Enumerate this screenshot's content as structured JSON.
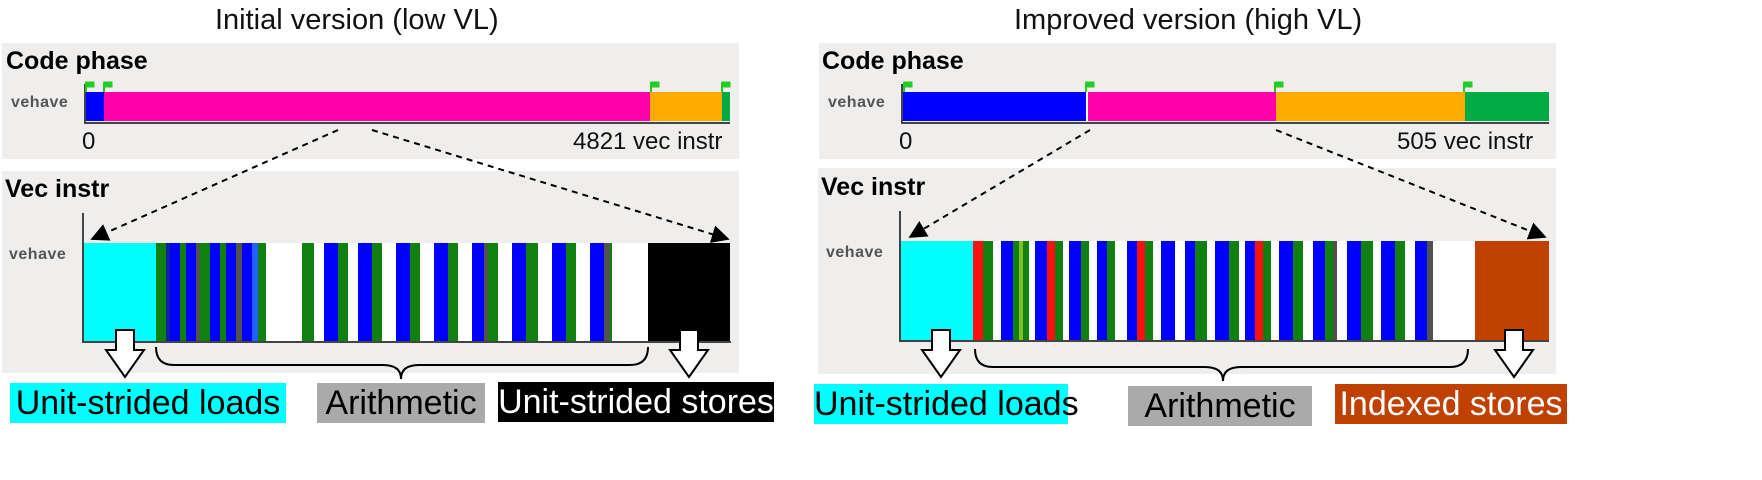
{
  "left": {
    "title": "Initial version (low VL)",
    "code_phase_title": "Code phase",
    "row_label": "vehave",
    "axis_start": "0",
    "axis_end": "4821 vec instr",
    "vec_instr_title": "Vec instr",
    "vec_row_label": "vehave",
    "labels": {
      "loads": "Unit-strided loads",
      "arith": "Arithmetic",
      "stores": "Unit-strided stores"
    }
  },
  "right": {
    "title": "Improved version (high VL)",
    "code_phase_title": "Code phase",
    "row_label": "vehave",
    "axis_start": "0",
    "axis_end": "505 vec instr",
    "vec_instr_title": "Vec instr",
    "vec_row_label": "vehave",
    "labels": {
      "loads": "Unit-strided loads",
      "arith": "Arithmetic",
      "stores": "Indexed stores"
    }
  },
  "colors": {
    "loads": "#00ffff",
    "phase_blue": "#0000ff",
    "phase_magenta": "#ff00aa",
    "phase_orange": "#ffaa00",
    "phase_green": "#00aa44",
    "arith_label_bg": "#aaaaaa",
    "stores_left": "#000000",
    "stores_right": "#c04000",
    "panel_bg": "#efeeec"
  }
}
